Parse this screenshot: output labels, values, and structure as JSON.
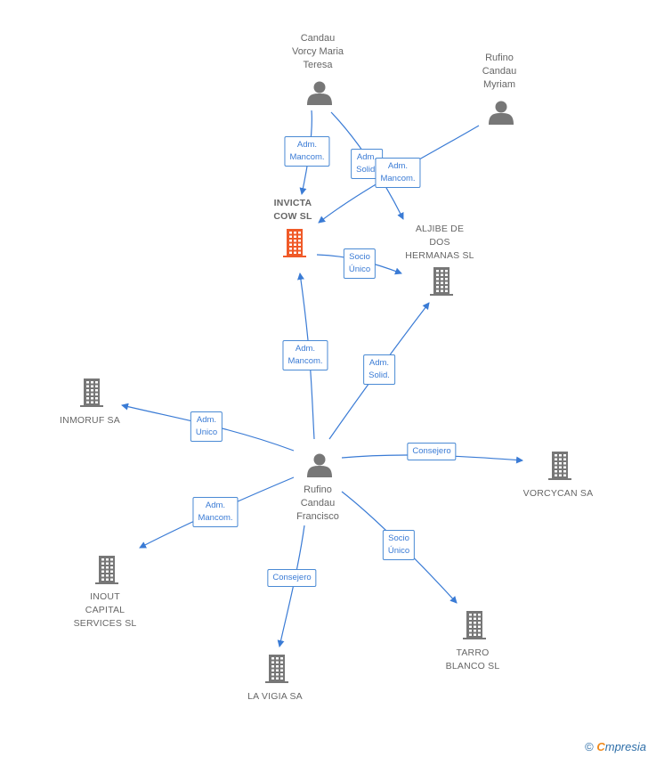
{
  "colors": {
    "edge": "#3a7bd5",
    "person": "#777777",
    "company": "#777777",
    "focus": "#f05a28"
  },
  "nodes": [
    {
      "id": "candau_vorcy",
      "kind": "person",
      "label": "Candau\nVorcy Maria\nTeresa"
    },
    {
      "id": "rufino_myriam",
      "kind": "person",
      "label": "Rufino\nCandau\nMyriam"
    },
    {
      "id": "invicta",
      "kind": "company",
      "focus": true,
      "label": "INVICTA\nCOW  SL"
    },
    {
      "id": "aljibe",
      "kind": "company",
      "label": "ALJIBE DE\nDOS\nHERMANAS  SL"
    },
    {
      "id": "inmoruf",
      "kind": "company",
      "label": "INMORUF SA"
    },
    {
      "id": "rufino_francisco",
      "kind": "person",
      "label": "Rufino\nCandau\nFrancisco"
    },
    {
      "id": "vorcycan",
      "kind": "company",
      "label": "VORCYCAN SA"
    },
    {
      "id": "inout",
      "kind": "company",
      "label": "INOUT\nCAPITAL\nSERVICES  SL"
    },
    {
      "id": "la_vigia",
      "kind": "company",
      "label": "LA VIGIA SA"
    },
    {
      "id": "tarro",
      "kind": "company",
      "label": "TARRO\nBLANCO SL"
    }
  ],
  "edges": [
    {
      "from": "candau_vorcy",
      "to": "invicta",
      "label": "Adm.\nMancom."
    },
    {
      "from": "candau_vorcy",
      "to": "aljibe",
      "label": "Adm.\nSolid."
    },
    {
      "from": "rufino_myriam",
      "to": "invicta",
      "label": "Adm.\nMancom."
    },
    {
      "from": "invicta",
      "to": "aljibe",
      "label": "Socio\nÚnico"
    },
    {
      "from": "rufino_francisco",
      "to": "invicta",
      "label": "Adm.\nMancom."
    },
    {
      "from": "rufino_francisco",
      "to": "aljibe",
      "label": "Adm.\nSolid."
    },
    {
      "from": "rufino_francisco",
      "to": "inmoruf",
      "label": "Adm.\nUnico"
    },
    {
      "from": "rufino_francisco",
      "to": "vorcycan",
      "label": "Consejero"
    },
    {
      "from": "rufino_francisco",
      "to": "inout",
      "label": "Adm.\nMancom."
    },
    {
      "from": "rufino_francisco",
      "to": "la_vigia",
      "label": "Consejero"
    },
    {
      "from": "rufino_francisco",
      "to": "tarro",
      "label": "Socio\nÚnico"
    }
  ],
  "footer": {
    "copyright_symbol": "©",
    "brand_initial": "C",
    "brand_rest": "mpresia"
  }
}
